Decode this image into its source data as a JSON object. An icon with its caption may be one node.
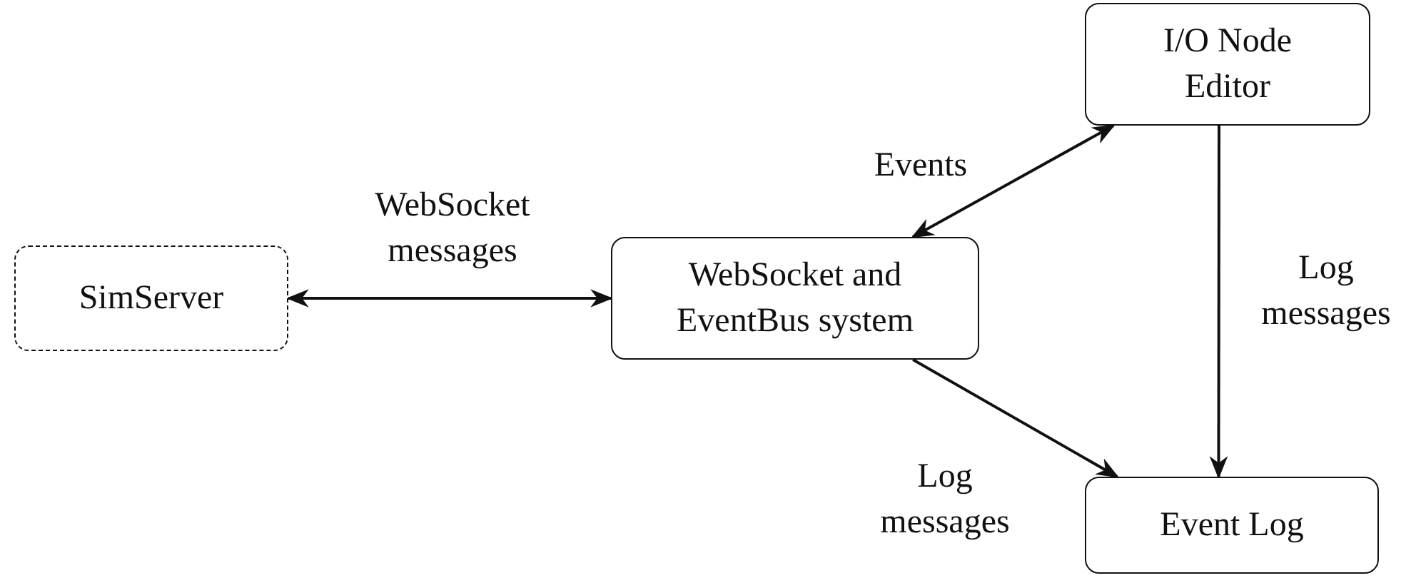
{
  "diagram": {
    "nodes": [
      {
        "text": [
          "SimServer"
        ]
      },
      {
        "text": [
          "WebSocket and EventBus system"
        ]
      },
      {
        "text": [
          "I/O Node Editor"
        ]
      },
      {
        "text": [
          "Event Log"
        ]
      }
    ],
    "edges": [
      {
        "from": 0,
        "to": 1,
        "arrow": "both",
        "label": "WebSocket messages"
      },
      {
        "from": 1,
        "to": 2,
        "arrow": "both",
        "label": "Events"
      },
      {
        "from": 1,
        "to": 3,
        "arrow": "to",
        "label": "Log messages"
      },
      {
        "from": 2,
        "to": 3,
        "arrow": "to",
        "label": "Log messages"
      }
    ]
  }
}
